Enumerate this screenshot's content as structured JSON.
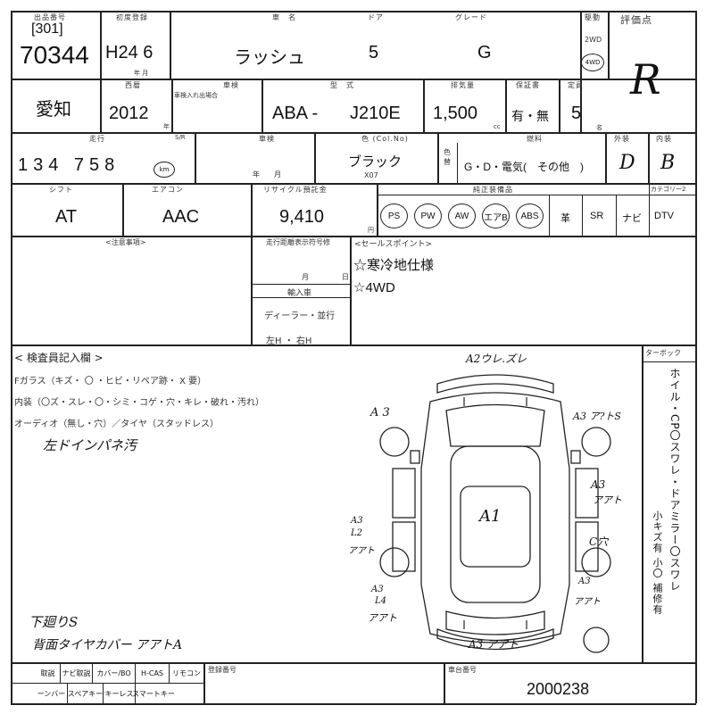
{
  "header": {
    "lot_label": "出品番号",
    "lot_bracket": "[301]",
    "lot_number": "70344",
    "first_reg_label": "初度登録",
    "first_reg": "H24 6",
    "first_reg_sub": "年  月",
    "car_name_label": "車　名",
    "car_name": "ラッシュ",
    "doors_label": "ドア",
    "doors": "5",
    "grade_label": "グレード",
    "grade": "G",
    "drive_label": "駆動",
    "drive_2wd": "2WD",
    "drive_4wd": "4WD",
    "score_label": "評価点",
    "score": "R"
  },
  "row2": {
    "area": "愛知",
    "year_label": "西暦",
    "year": "2012",
    "year_unit": "年",
    "shaken_label": "車検",
    "shaken_sub": "車検入れ出場合",
    "model_label": "型　式",
    "model_prefix": "ABA -",
    "model": "J210E",
    "displacement_label": "排気量",
    "displacement": "1,500",
    "displacement_unit": "cc",
    "warranty_label": "保証書",
    "warranty": "有・無",
    "capacity_label": "定員",
    "capacity": "5",
    "capacity_unit": "名"
  },
  "row3": {
    "mileage_label": "走行",
    "mileage_s": "S/R",
    "mileage": "134 758",
    "mileage_unit": "km",
    "inspection_label": "車検",
    "inspection_date": "年　　月",
    "color_label": "色 (Col.No)",
    "color": "ブラック",
    "color_code": "X07",
    "color_change": "色替",
    "fuel_label": "燃料",
    "fuel": "G・D・電気(　その他　)",
    "exterior_label": "外装",
    "exterior": "D",
    "interior_label": "内装",
    "interior": "B"
  },
  "row4": {
    "shift_label": "シフト",
    "shift": "AT",
    "ac_label": "エアコン",
    "ac": "AAC",
    "recycle_label": "リサイクル預託金",
    "recycle": "9,410",
    "recycle_unit": "円",
    "equip_label": "純正装備品",
    "equip_circled": [
      "PS",
      "PW",
      "AW",
      "エアB",
      "ABS"
    ],
    "equip_plain": [
      "革",
      "SR",
      "ナビ",
      "DTV"
    ],
    "category": "カテゴリー2"
  },
  "middle": {
    "remarks_label": "<注意事項>",
    "meter_label": "走行距離表示符号修",
    "month_label": "月",
    "day_label": "日",
    "import_label": "輸入車",
    "dealer_label": "ディーラー・並行",
    "hand_label": "左H ・ 右H",
    "sales_label": "<セールスポイント>",
    "sales_points": [
      "☆寒冷地仕様",
      "☆4WD"
    ]
  },
  "inspection": {
    "title": "< 検査員記入欄 >",
    "glass": "Fガラス（キズ・ 〇 ・ヒビ・リペア跡・ X 要）",
    "interior": "内装（〇ズ・スレ・〇・シミ・コゲ・穴・キレ・破れ・汚れ）",
    "audio": "オーディオ（無し・穴）／タイヤ（スタッドレス）",
    "handwritten_note": "左ドインパネ汚",
    "bottom_note1": "下廻りS",
    "bottom_note2": "背面タイヤカバー アアトA",
    "side_text": "ホイル・CP〇スワレ・ドアミラー〇スワレ",
    "side_text2": "小キズ有 小〇 補修有",
    "turbo": "ターボック"
  },
  "diagram": {
    "top": "A2ウレ.ズレ",
    "left_a3": "A 3",
    "right_a3": "A3 ア?トS",
    "right_a3b": "A3",
    "right_a3c": "アアト",
    "center": "A1",
    "left_mid1": "A3",
    "left_mid2": "L2",
    "left_mid3": "アアト",
    "right_c": "C穴",
    "right_low1": "A3",
    "right_low2": "アアト",
    "left_low1": "A3",
    "left_low2": "L4",
    "left_low3": "アアト",
    "bottom": "A3 アアト"
  },
  "footer": {
    "items_row1": [
      "取説",
      "ナビ取説",
      "カバー/BO",
      "H-CAS",
      "リモコン"
    ],
    "items_row2": [
      "ーンバー",
      "スペアキー",
      "キーレス",
      "スマートキー"
    ],
    "reg_label": "登録番号",
    "vin_label": "車台番号",
    "vin": "2000238"
  }
}
